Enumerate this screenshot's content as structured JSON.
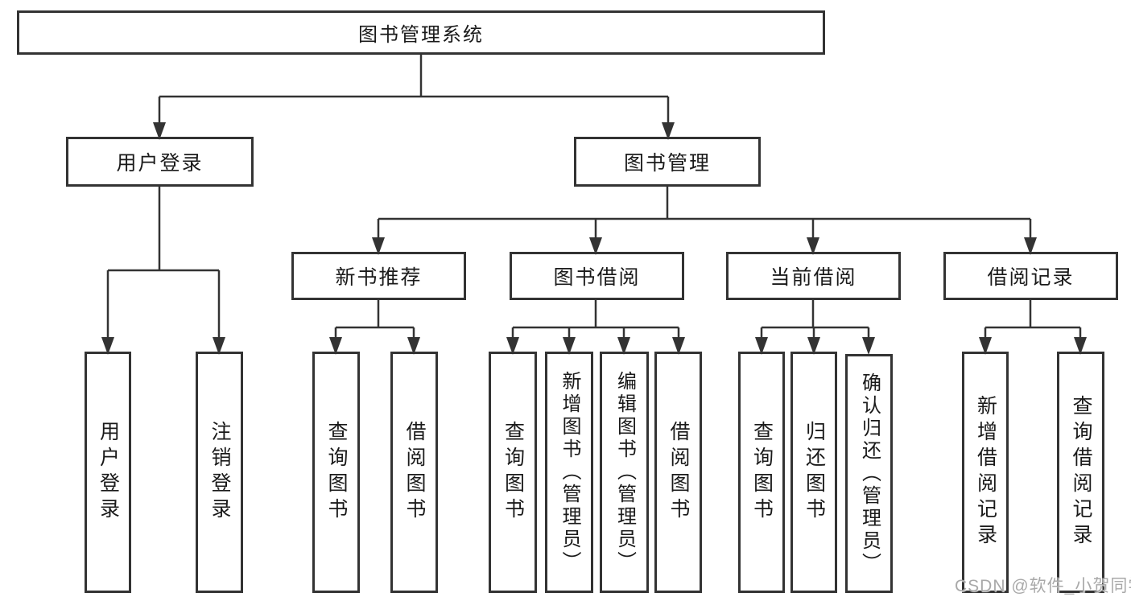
{
  "diagram": {
    "root": {
      "label": "图书管理系统"
    },
    "level2": [
      {
        "label": "用户登录"
      },
      {
        "label": "图书管理"
      }
    ],
    "level3": [
      {
        "label": "新书推荐"
      },
      {
        "label": "图书借阅"
      },
      {
        "label": "当前借阅"
      },
      {
        "label": "借阅记录"
      }
    ],
    "leaves": {
      "user_login": [
        {
          "label": "用户登录"
        },
        {
          "label": "注销登录"
        }
      ],
      "new_book": [
        {
          "label": "查询图书"
        },
        {
          "label": "借阅图书"
        }
      ],
      "book_borrow": [
        {
          "label": "查询图书"
        },
        {
          "label": "新增图书（管理员）"
        },
        {
          "label": "编辑图书（管理员）"
        },
        {
          "label": "借阅图书"
        }
      ],
      "current_borrow": [
        {
          "label": "查询图书"
        },
        {
          "label": "归还图书"
        },
        {
          "label": "确认归还（管理员）"
        }
      ],
      "borrow_record": [
        {
          "label": "新增借阅记录"
        },
        {
          "label": "查询借阅记录"
        }
      ]
    }
  },
  "watermark": "CSDN @软件_小贺同学",
  "colors": {
    "line": "#333333",
    "border": "#333333",
    "text": "#1a1a1a",
    "watermark": "#a9a9a9",
    "background": "#ffffff"
  }
}
